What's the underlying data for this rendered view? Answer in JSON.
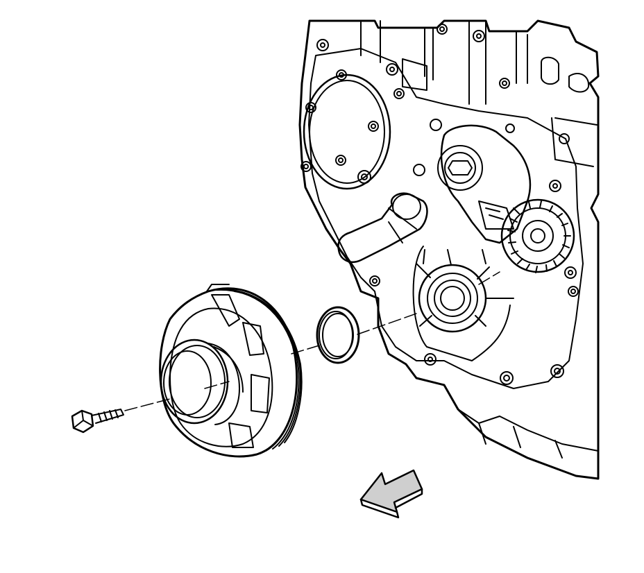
{
  "diagram": {
    "description_visible_text": "",
    "colors": {
      "ink": "#000000",
      "paper": "#ffffff",
      "arrow_fill": "#cfcfcf"
    },
    "parts": [
      {
        "id": "bolt",
        "icon": "bolt-icon"
      },
      {
        "id": "balancer",
        "icon": "crankshaft-balancer-icon"
      },
      {
        "id": "seal",
        "icon": "front-seal-icon"
      },
      {
        "id": "engine",
        "icon": "engine-front-cover-icon"
      },
      {
        "id": "direction",
        "icon": "front-direction-arrow-icon"
      }
    ]
  }
}
